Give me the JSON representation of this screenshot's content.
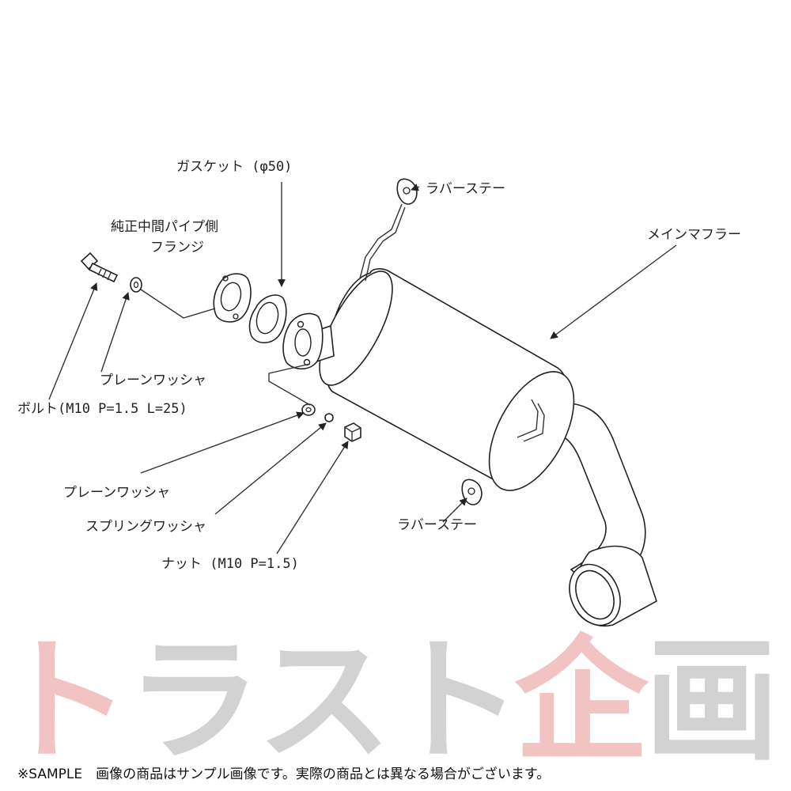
{
  "colors": {
    "line": "#333333",
    "watermark_black": "#d2d2d2",
    "watermark_red": "#f1c3c3"
  },
  "icons": {
    "bolt": "bolt-icon",
    "washer": "washer-icon",
    "nut": "nut-icon",
    "rubber_stay": "rubber-stay-icon",
    "muffler": "muffler-icon"
  },
  "labels": {
    "gasket": "ガスケット (φ50)",
    "rubber_stay_top": "ラバーステー",
    "flange_line1": "純正中間パイプ側",
    "flange_line2": "フランジ",
    "main_muffler": "メインマフラー",
    "plain_washer_1": "プレーンワッシャ",
    "bolt": "ボルト(M10 P=1.5 L=25)",
    "plain_washer_2": "プレーンワッシャ",
    "spring_washer": "スプリングワッシャ",
    "nut": "ナット (M10 P=1.5)",
    "rubber_stay_bottom": "ラバーステー"
  },
  "watermark": {
    "chars": [
      "ト",
      "ラ",
      "ス",
      "ト",
      "企",
      "画"
    ]
  },
  "footer": {
    "note": "※SAMPLE　画像の商品はサンプル画像です。実際の商品とは異なる場合がございます。"
  }
}
